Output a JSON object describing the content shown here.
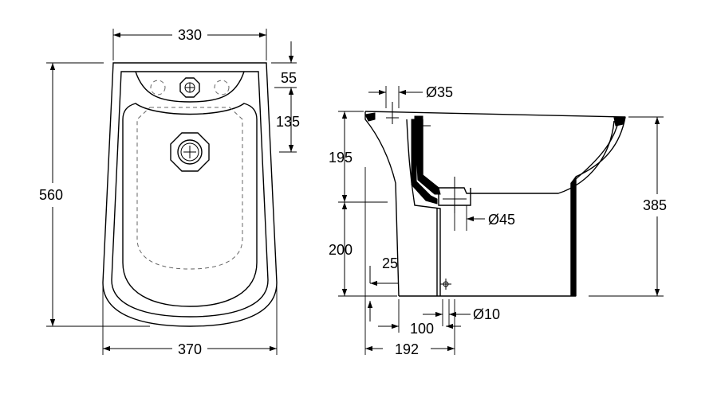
{
  "front_view": {
    "dims": {
      "top_width": "330",
      "bottom_width": "370",
      "height": "560",
      "top_offset": "55",
      "hole_spacing": "135"
    }
  },
  "side_view": {
    "dims": {
      "tap_hole_dia": "Ø35",
      "height_upper": "195",
      "height_lower": "200",
      "total_height": "385",
      "offset_small": "25",
      "waste_dia": "Ø45",
      "fixing_hole_dia": "Ø10",
      "fixing_distance": "100",
      "depth": "192"
    }
  }
}
